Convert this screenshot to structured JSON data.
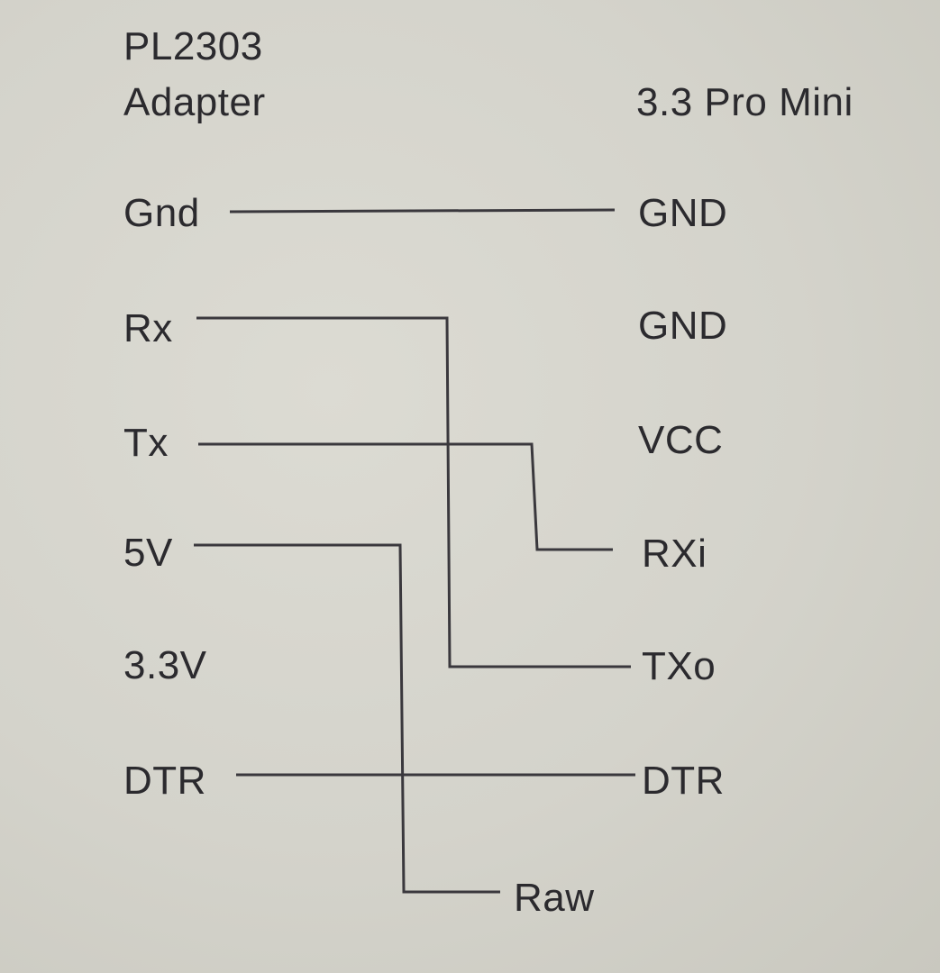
{
  "left_header": {
    "line1": "PL2303",
    "line2": "Adapter"
  },
  "right_header": "3.3 Pro Mini",
  "left_pins": {
    "gnd": "Gnd",
    "rx": "Rx",
    "tx": "Tx",
    "v5": "5V",
    "v33": "3.3V",
    "dtr": "DTR"
  },
  "right_pins": {
    "gnd1": "GND",
    "gnd2": "GND",
    "vcc": "VCC",
    "rxi": "RXi",
    "txo": "TXo",
    "dtr": "DTR",
    "raw": "Raw"
  },
  "connections": [
    {
      "from": "Gnd",
      "to": "GND"
    },
    {
      "from": "Rx",
      "to": "TXo"
    },
    {
      "from": "Tx",
      "to": "RXi"
    },
    {
      "from": "5V",
      "to": "Raw"
    },
    {
      "from": "DTR",
      "to": "DTR"
    }
  ]
}
